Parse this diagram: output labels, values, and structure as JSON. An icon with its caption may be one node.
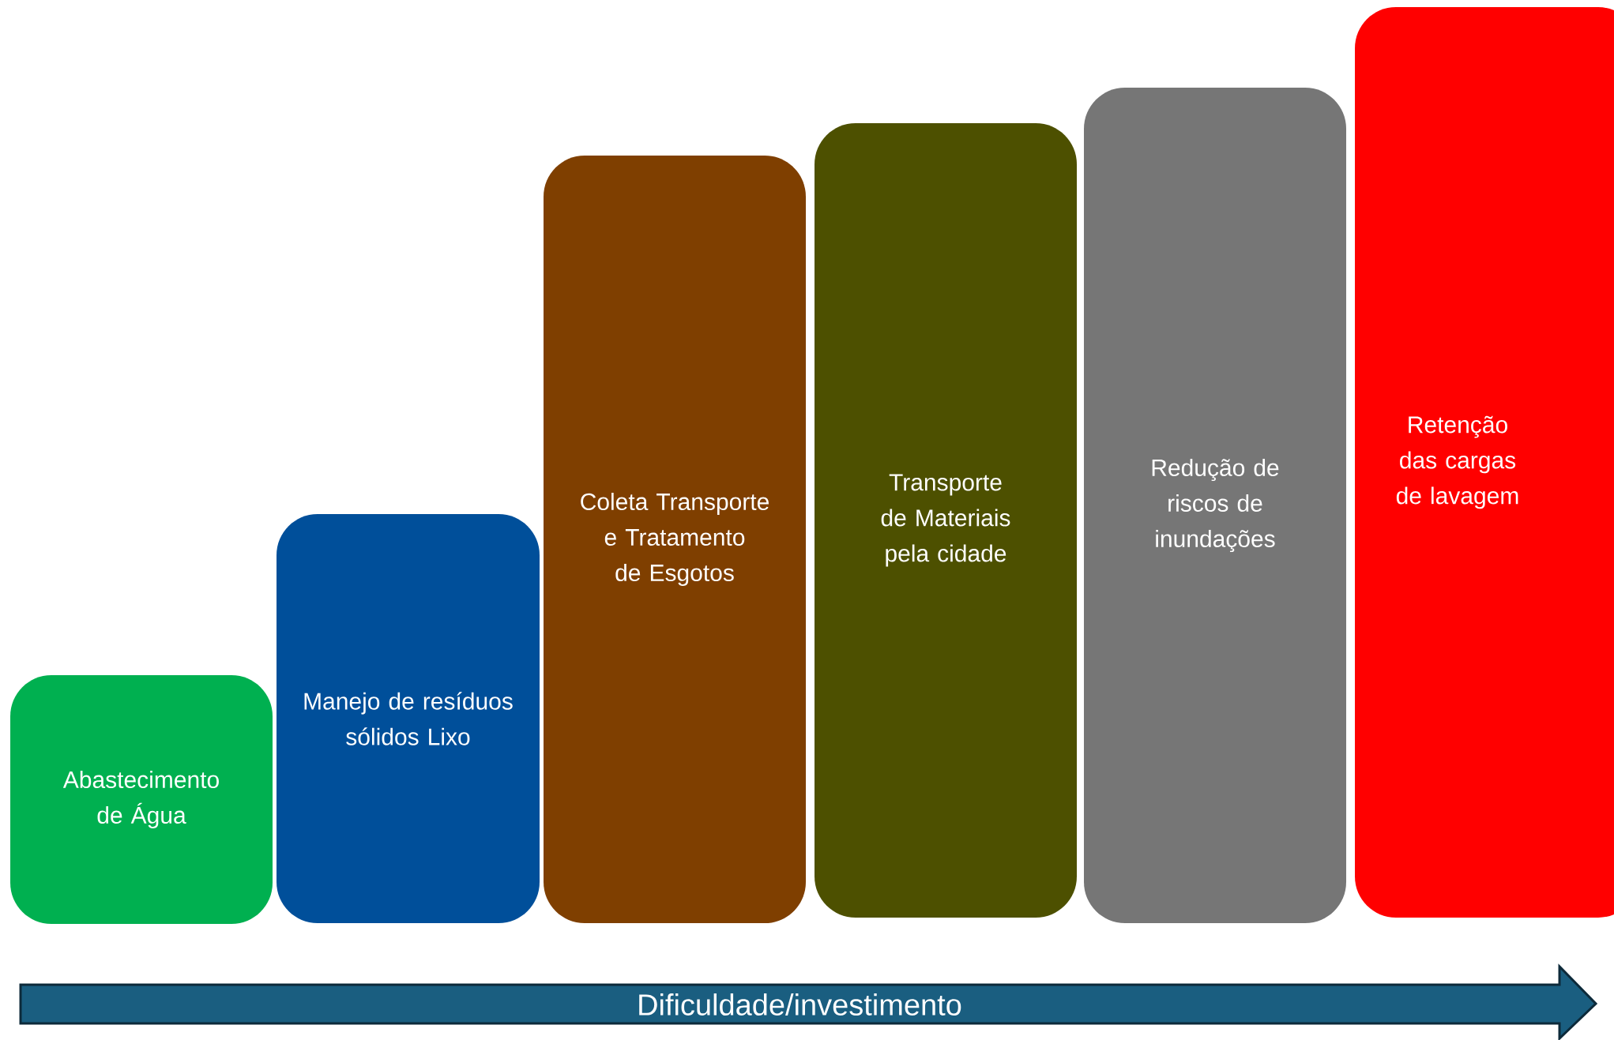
{
  "diagram": {
    "nodes": [
      {
        "text": [
          "Abastecimento de Água"
        ]
      },
      {
        "text": [
          "Manejo de resíduos sólidos Lixo"
        ]
      },
      {
        "text": [
          "Coleta Transporte e Tratamento de Esgotos"
        ]
      },
      {
        "text": [
          "Transporte de Materiais pela cidade"
        ]
      },
      {
        "text": [
          "Redução de riscos de inundações"
        ]
      },
      {
        "text": [
          "Retenção das cargas de lavagem"
        ]
      },
      {
        "text": [
          "Dificuldade/investimento"
        ]
      }
    ]
  }
}
